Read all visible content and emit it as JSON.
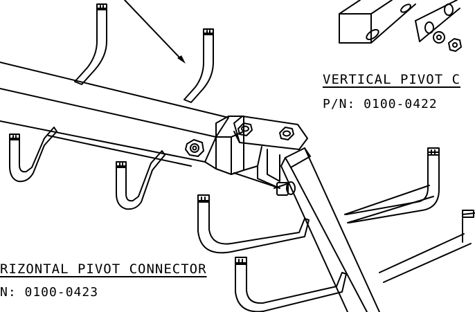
{
  "labels": {
    "vertical_title": "VERTICAL PIVOT C",
    "vertical_pn": "P/N: 0100-0422",
    "horizontal_title": "RIZONTAL PIVOT CONNECTOR",
    "horizontal_pn": "N: 0100-0423"
  },
  "colors": {
    "line": "#000000",
    "background": "#ffffff"
  }
}
